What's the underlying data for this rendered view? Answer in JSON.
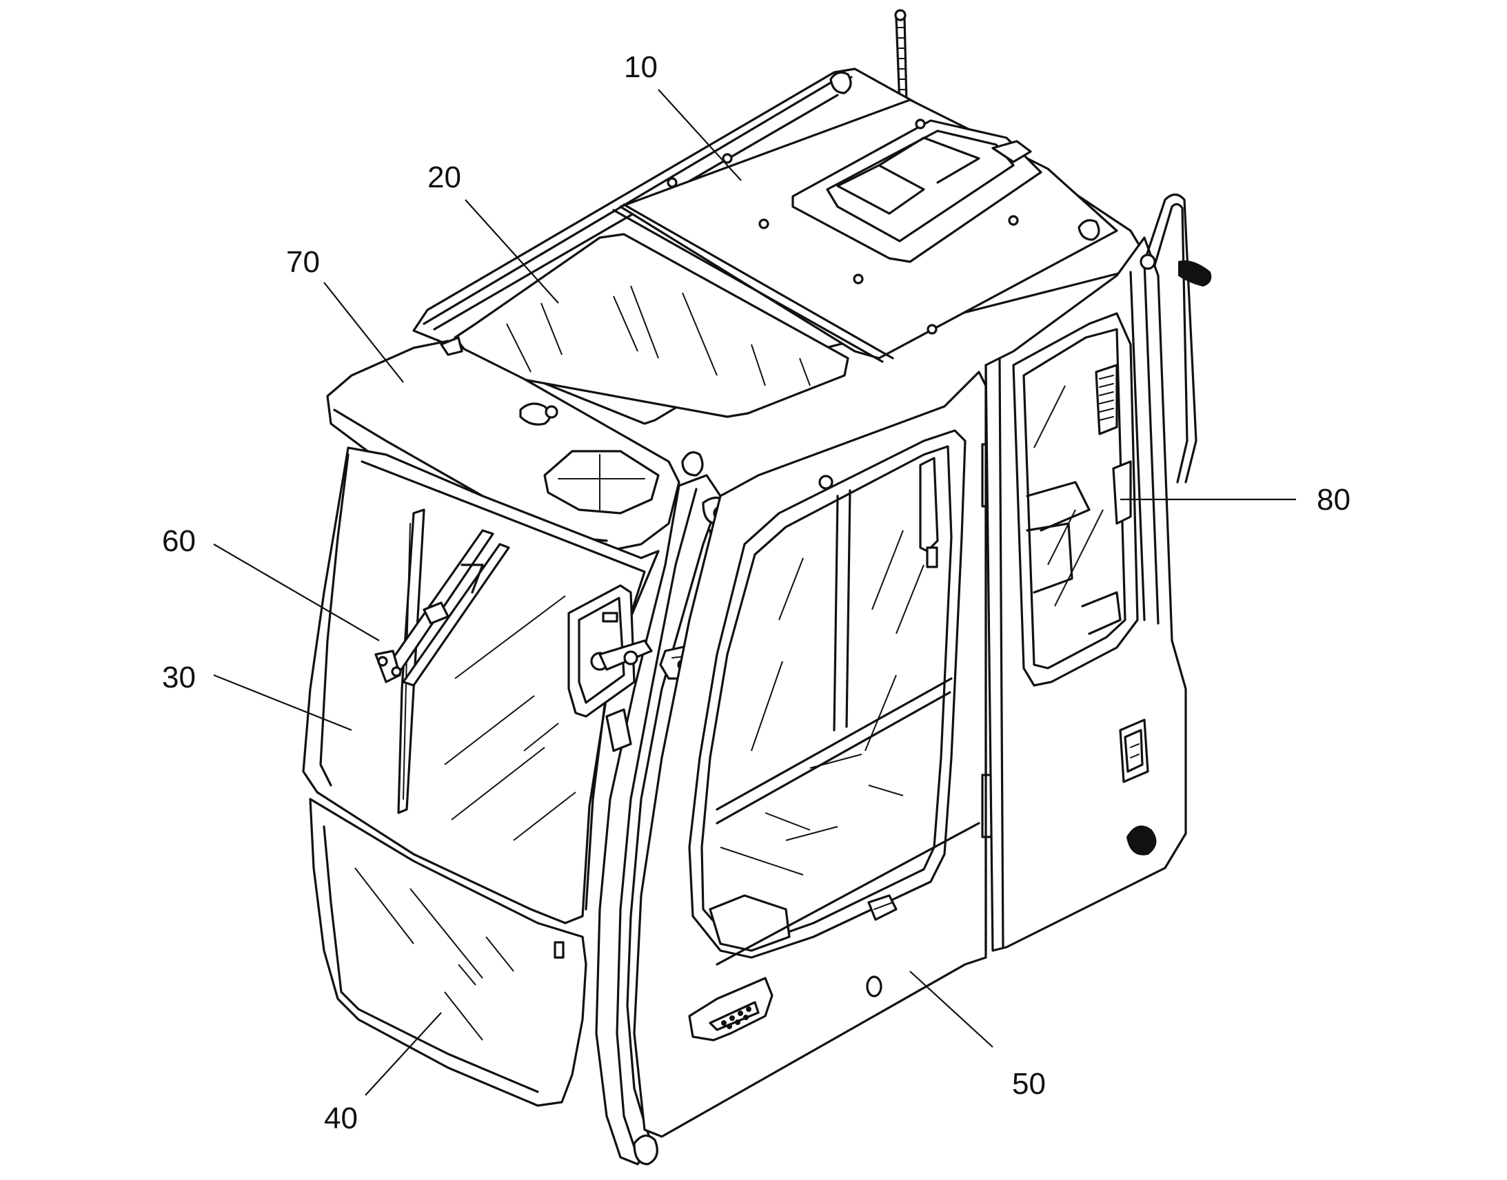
{
  "figure": {
    "reference_numerals": [
      {
        "id": "roof",
        "label": "10"
      },
      {
        "id": "roof-window",
        "label": "20"
      },
      {
        "id": "front-upper-window",
        "label": "30"
      },
      {
        "id": "front-lower-window",
        "label": "40"
      },
      {
        "id": "cab-door",
        "label": "50"
      },
      {
        "id": "wiper",
        "label": "60"
      },
      {
        "id": "sun-visor",
        "label": "70"
      },
      {
        "id": "rear-window",
        "label": "80"
      }
    ]
  }
}
